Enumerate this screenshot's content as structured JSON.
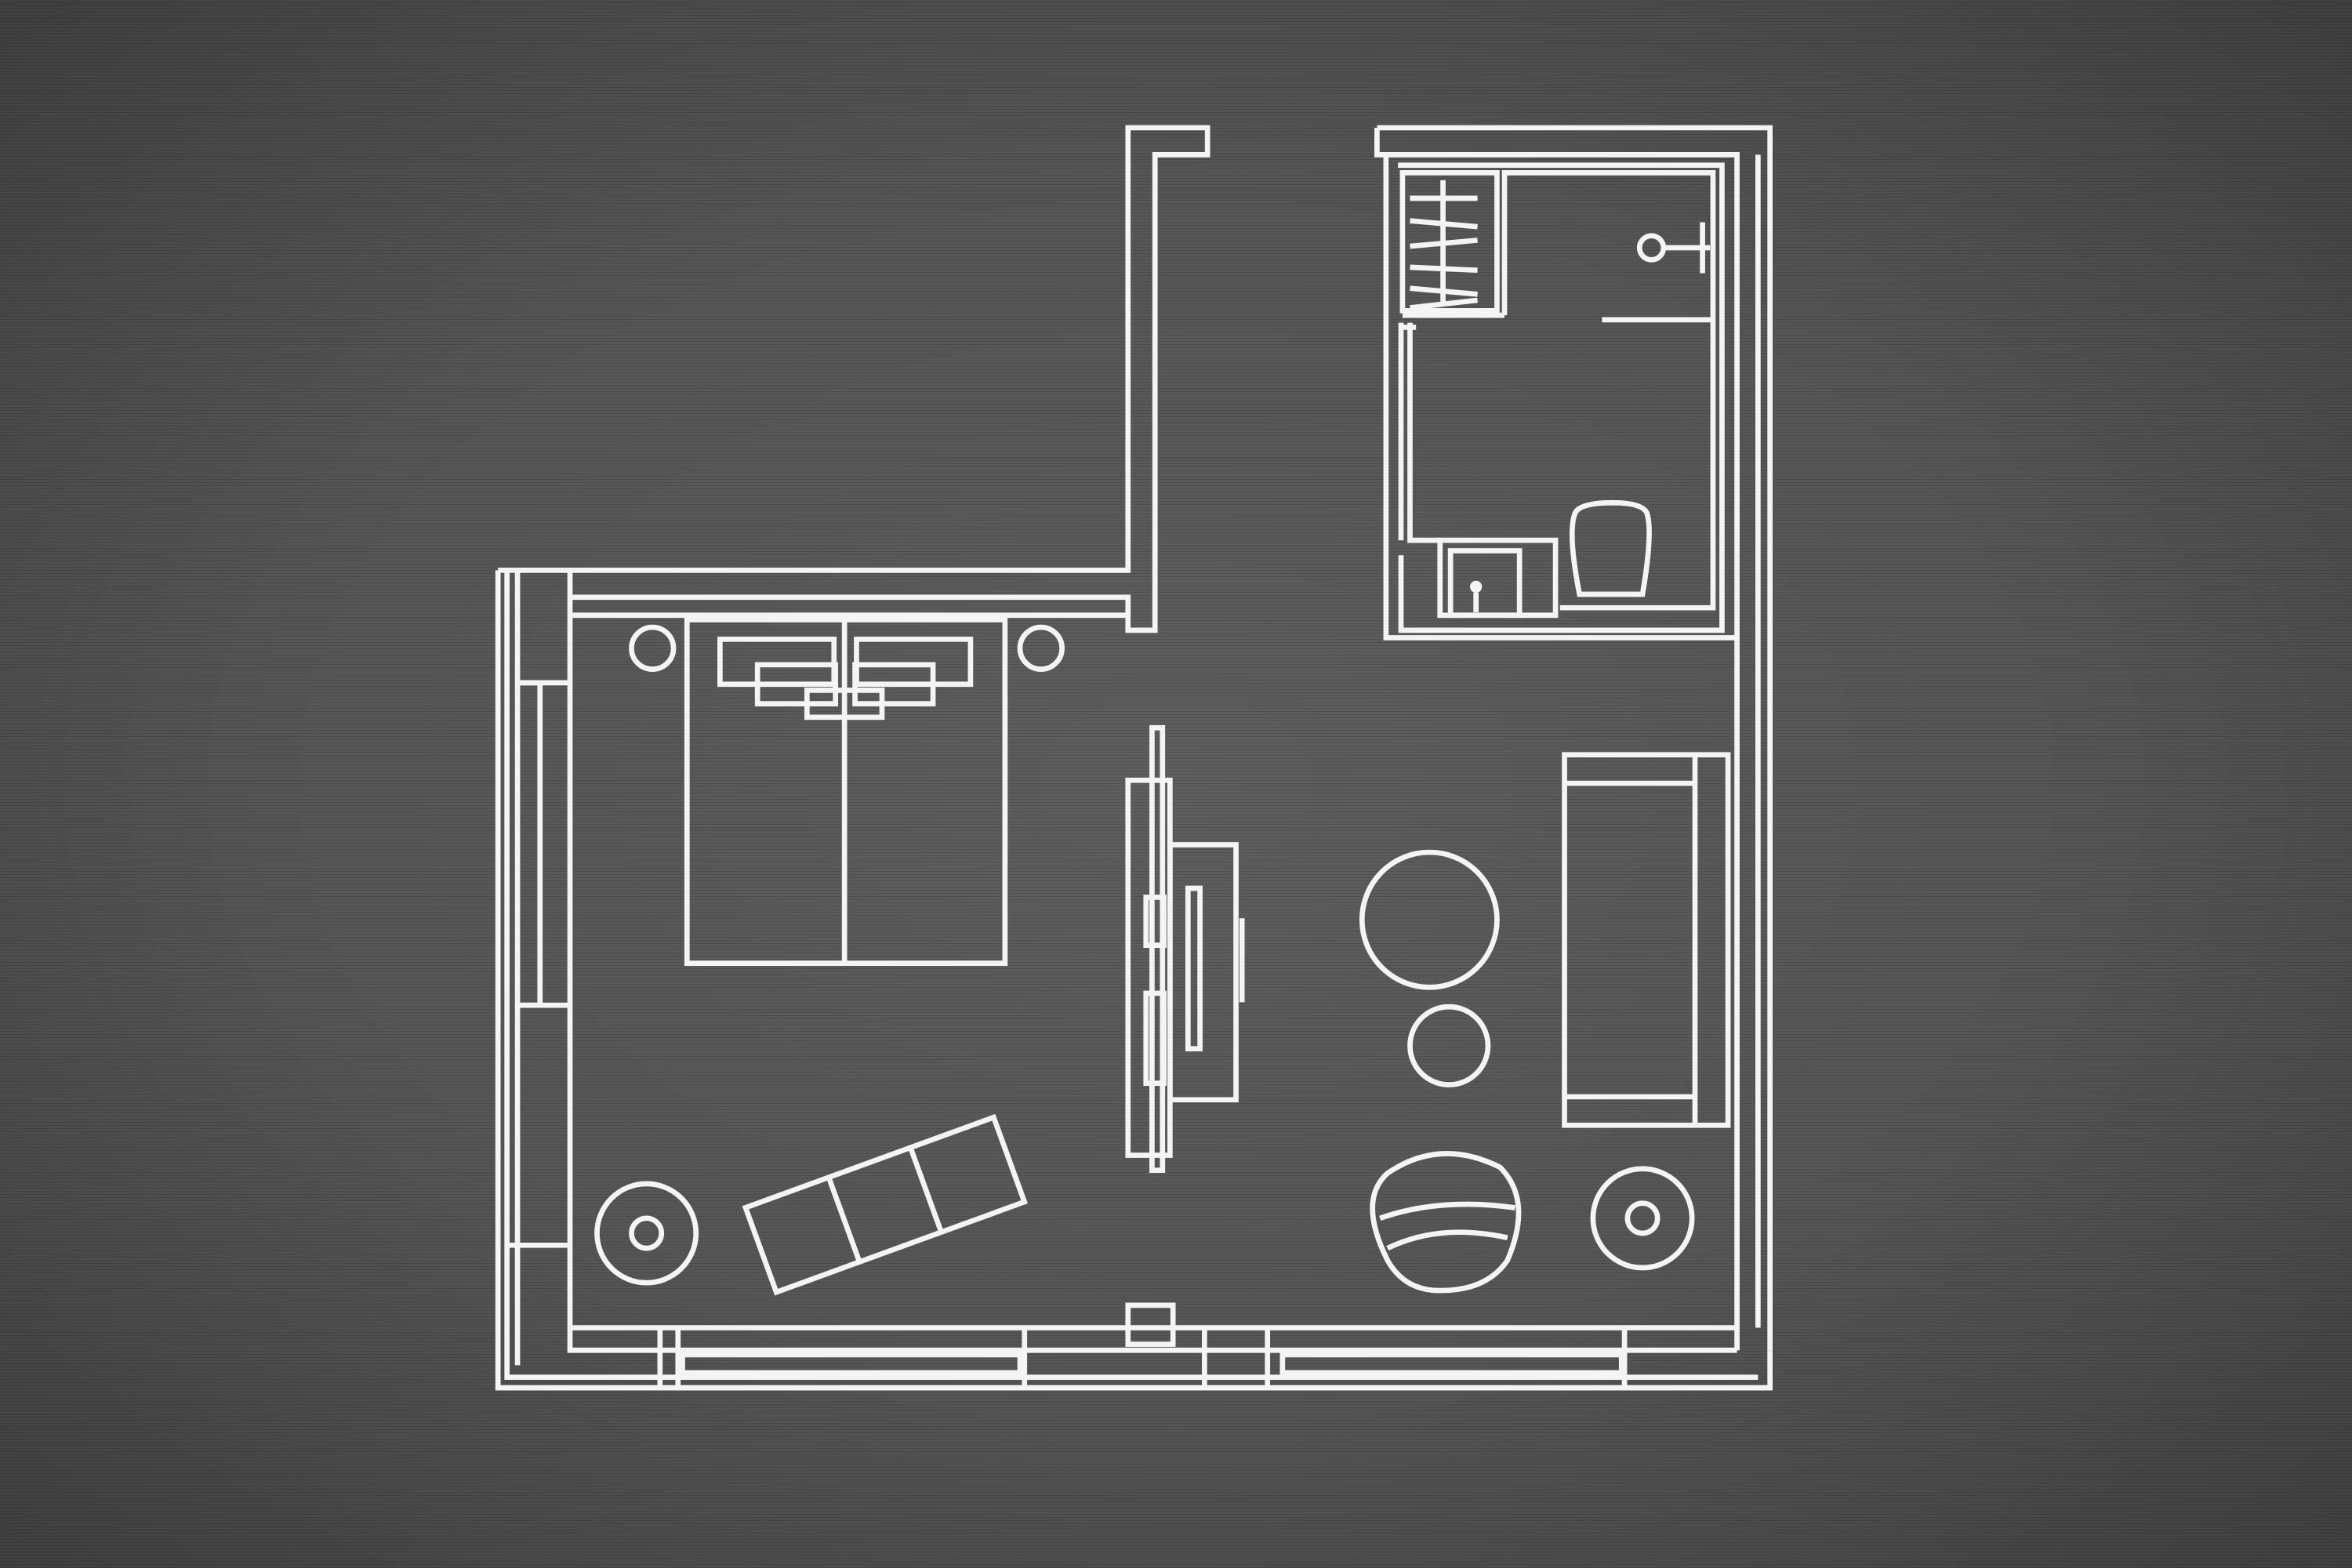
{
  "diagram": {
    "type": "floor-plan",
    "background_color": "#555555",
    "line_color": "#f4f4f4",
    "rooms": [
      "bedroom-living",
      "bathroom"
    ],
    "furniture": [
      "double-bed",
      "pillows",
      "nightstand-left",
      "nightstand-right",
      "tv-console",
      "round-table",
      "stool",
      "sofa",
      "armchair",
      "side-table-left",
      "side-table-right",
      "bench",
      "shower",
      "sink",
      "toilet",
      "wardrobe"
    ]
  }
}
